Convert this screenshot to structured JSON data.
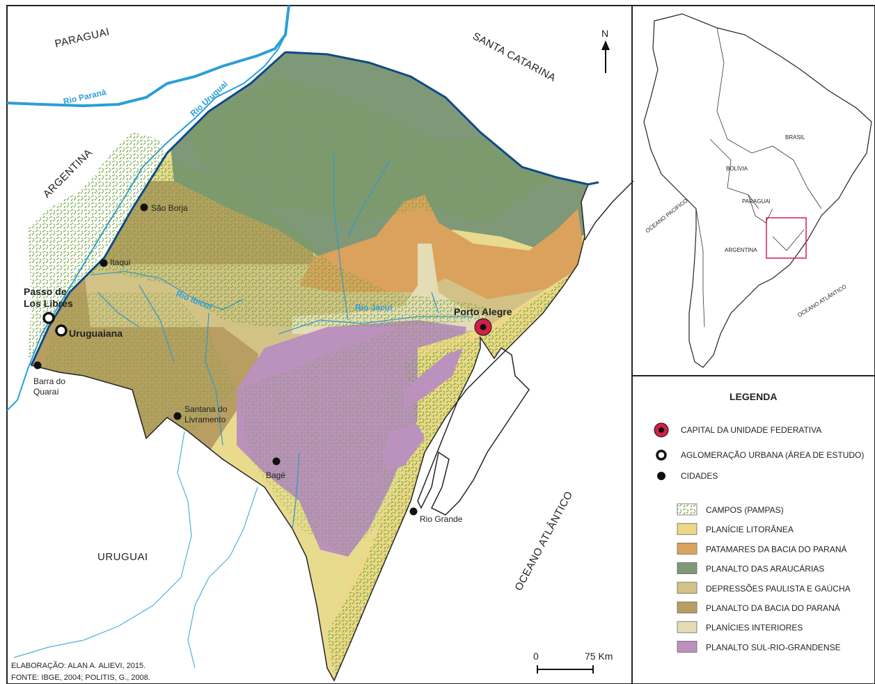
{
  "main_map": {
    "countries": {
      "paraguai": "PARAGUAI",
      "argentina": "ARGENTINA",
      "uruguai": "URUGUAI",
      "santa_catarina": "SANTA CATARINA",
      "oceano": "OCEANO ATLÂNTICO"
    },
    "rivers": {
      "parana": "Rio Paraná",
      "uruguai": "Rio Uruguai",
      "ibicui": "Rio Ibicuí",
      "jacui": "Rio Jacuí"
    },
    "cities": {
      "sao_borja": "São Borja",
      "itaqui": "Itaqui",
      "barra_1": "Barra do",
      "barra_2": "Quaraí",
      "santana_1": "Santana do",
      "santana_2": "Livramento",
      "bage": "Bagé",
      "rio_grande": "Rio Grande"
    },
    "study": {
      "passo_1": "Passo de",
      "passo_2": "Los Libres",
      "uruguaiana": "Uruguaiana"
    },
    "capital": "Porto Alegre",
    "north": "N",
    "scale": {
      "zero": "0",
      "km": "75 Km"
    },
    "credits": {
      "line1": "ELABORAÇÃO: ALAN A. ALIEVI, 2015.",
      "line2": "FONTE: IBGE, 2004; POLITIS, G., 2008."
    }
  },
  "inset": {
    "brasil": "BRASIL",
    "bolivia": "BOLÍVIA",
    "paraguai": "PARAGUAI",
    "argentina": "ARGENTINA",
    "pacifico": "OCEANO PACÍFICO",
    "atlantico": "OCEANO ATLÂNTICO"
  },
  "legend": {
    "title": "LEGENDA",
    "symbols": [
      {
        "label": "CAPITAL DA UNIDADE FEDERATIVA"
      },
      {
        "label": "AGLOMERAÇÃO URBANA (ÁREA DE ESTUDO)"
      },
      {
        "label": "CIDADES"
      }
    ],
    "classes": [
      {
        "label": "CAMPOS (PAMPAS)",
        "color": "#ffffff"
      },
      {
        "label": "PLANÍCIE LITORÂNEA",
        "color": "#ecd887"
      },
      {
        "label": "PATAMARES DA BACIA DO PARANÁ",
        "color": "#dba25d"
      },
      {
        "label": "PLANALTO DAS ARAUCÁRIAS",
        "color": "#7f9877"
      },
      {
        "label": "DEPRESSÕES PAULISTA E GAÚCHA",
        "color": "#d3c286"
      },
      {
        "label": "PLANALTO DA BACIA DO PARANÁ",
        "color": "#b89e62"
      },
      {
        "label": "PLANÍCIES INTERIORES",
        "color": "#e3dcb4"
      },
      {
        "label": "PLANALTO SUL-RIO-GRANDENSE",
        "color": "#bb91bd"
      }
    ]
  }
}
